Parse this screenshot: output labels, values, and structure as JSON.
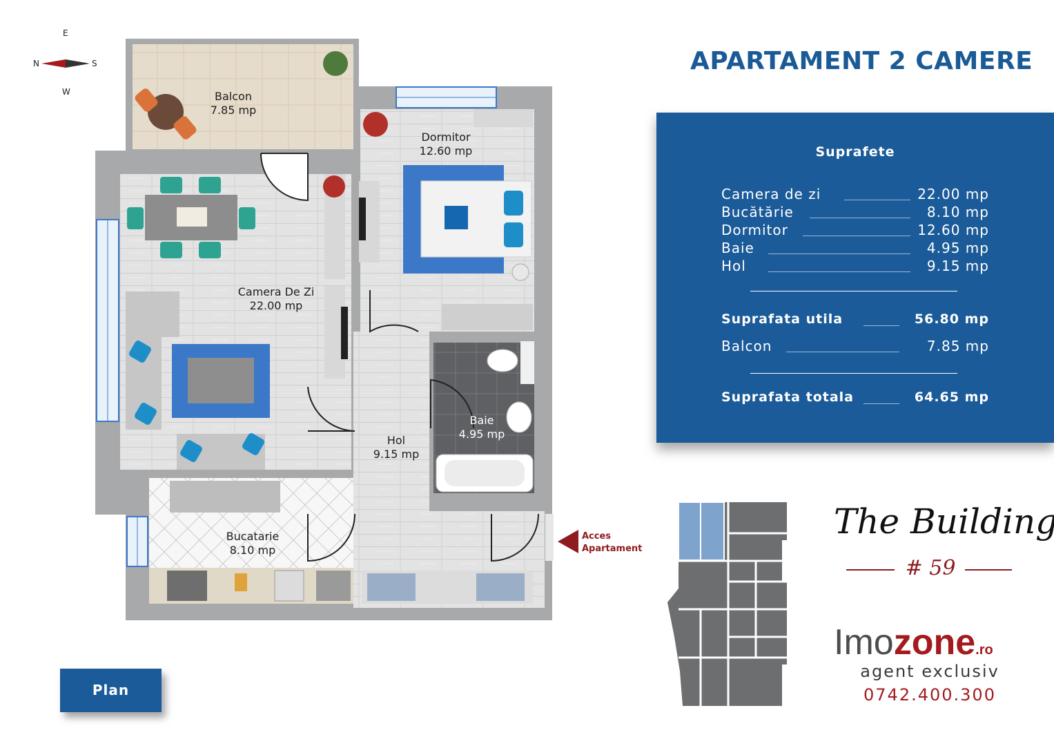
{
  "compass": {
    "east": "E",
    "north": "N",
    "south": "S",
    "west": "W"
  },
  "title": "APARTAMENT 2 CAMERE",
  "rooms": {
    "balcon": {
      "name": "Balcon",
      "area": "7.85 mp"
    },
    "dormitor": {
      "name": "Dormitor",
      "area": "12.60 mp"
    },
    "camera": {
      "name": "Camera De Zi",
      "area": "22.00 mp"
    },
    "baie": {
      "name": "Baie",
      "area": "4.95 mp"
    },
    "hol": {
      "name": "Hol",
      "area": "9.15 mp"
    },
    "bucatarie": {
      "name": "Bucatarie",
      "area": "8.10 mp"
    }
  },
  "areas": {
    "heading": "Suprafete",
    "rows": [
      {
        "label": "Camera de zi",
        "value": "22.00 mp"
      },
      {
        "label": "Bucătărie",
        "value": "8.10 mp"
      },
      {
        "label": "Dormitor",
        "value": "12.60 mp"
      },
      {
        "label": "Baie",
        "value": "4.95 mp"
      },
      {
        "label": "Hol",
        "value": "9.15 mp"
      }
    ],
    "useful": {
      "label": "Suprafata utila",
      "value": "56.80 mp"
    },
    "balcony": {
      "label": "Balcon",
      "value": "7.85 mp"
    },
    "total": {
      "label": "Suprafata totala",
      "value": "64.65 mp"
    }
  },
  "access": {
    "line1": "Acces",
    "line2": "Apartament"
  },
  "brand": {
    "script": "The Building",
    "number": "# 59",
    "logo_part1": "Imo",
    "logo_part2": "zone",
    "logo_part3": ".ro",
    "agent": "agent exclusiv",
    "phone": "0742.400.300"
  },
  "plan_button": "Plan",
  "colors": {
    "brand_blue": "#1b5b99",
    "accent_red": "#a31b1f",
    "wall": "#a7a9ab",
    "rug_blue": "#3c78c8"
  }
}
